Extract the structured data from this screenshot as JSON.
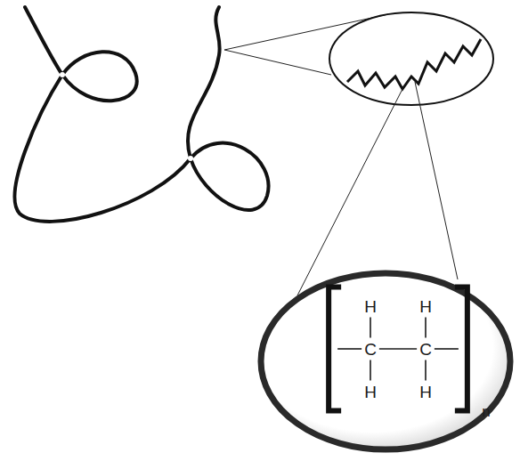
{
  "diagram": {
    "nodes": [
      {
        "text": [
          "H",
          "H",
          "C",
          "C",
          "H",
          "H",
          "n"
        ]
      }
    ]
  }
}
